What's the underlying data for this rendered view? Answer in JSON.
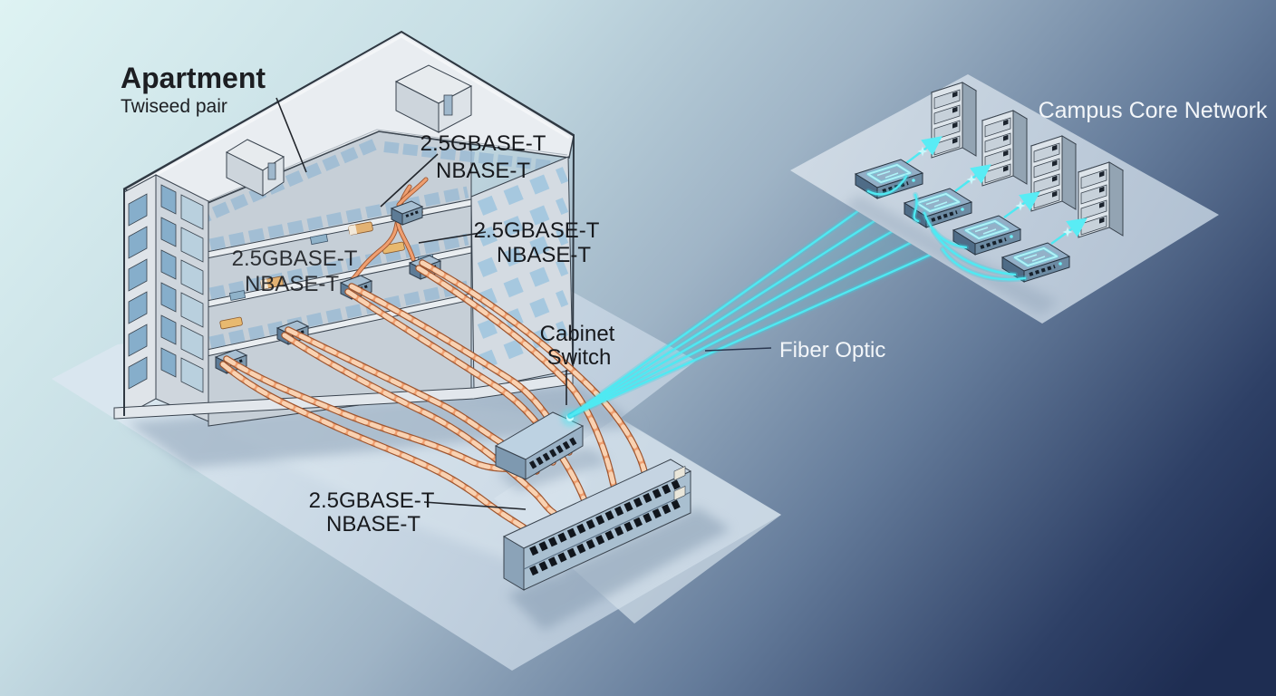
{
  "diagram": {
    "apartment": {
      "title": "Apartment",
      "subtitle": "Twiseed pair"
    },
    "copper_standard": {
      "line1": "2.5GBASE-T",
      "line2": "NBASE-T"
    },
    "cabinet_switch": {
      "line1": "Cabinet",
      "line2": "Switch"
    },
    "fiber": {
      "label": "Fiber Optic"
    },
    "campus": {
      "label": "Campus Core Network"
    }
  },
  "colors": {
    "fiber_cyan": "#4fe9f2",
    "copper_cable": "#ef9f70",
    "ink": "#1c1e22",
    "light_text": "#f3f6f9",
    "platform": "#c3d2e0",
    "background_light": "#def3f3",
    "background_dark": "#1e2d52"
  }
}
